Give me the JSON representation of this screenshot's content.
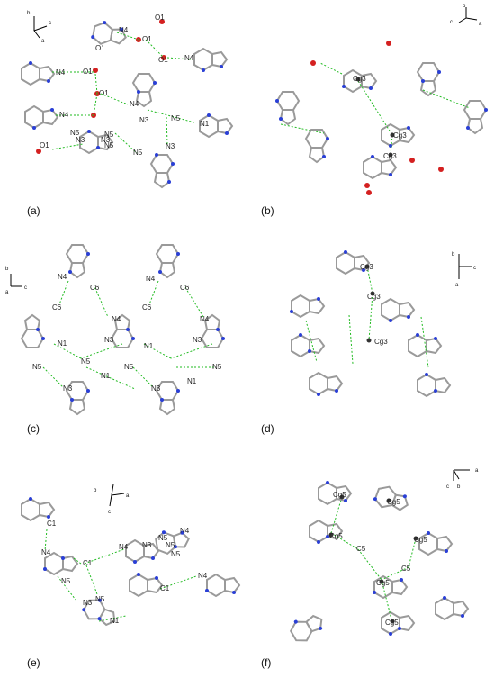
{
  "figure": {
    "colors": {
      "carbon": "#9a9a9a",
      "nitrogen": "#2a3fd6",
      "oxygen": "#d42020",
      "hbond": "#22bb22"
    },
    "panels": [
      {
        "id": "a",
        "caption": "(a)",
        "axes": {
          "up": "b",
          "right": "c",
          "diag": "a"
        },
        "labels": [
          {
            "text": "O1"
          },
          {
            "text": "N4"
          },
          {
            "text": "O1"
          },
          {
            "text": "O1"
          },
          {
            "text": "N4"
          },
          {
            "text": "O1"
          },
          {
            "text": "N4"
          },
          {
            "text": "O1"
          },
          {
            "text": "O1"
          },
          {
            "text": "N4"
          },
          {
            "text": "N3"
          },
          {
            "text": "N5"
          },
          {
            "text": "N1"
          },
          {
            "text": "N4"
          },
          {
            "text": "N5"
          },
          {
            "text": "N3"
          },
          {
            "text": "N5"
          },
          {
            "text": "N3"
          },
          {
            "text": "N5"
          },
          {
            "text": "O1"
          },
          {
            "text": "N5"
          },
          {
            "text": "N3"
          }
        ]
      },
      {
        "id": "b",
        "caption": "(b)",
        "axes": {
          "up": "b",
          "right": "a",
          "diag": "c"
        },
        "labels": [
          {
            "text": "Cg3"
          },
          {
            "text": "Cg3"
          },
          {
            "text": "Cg3"
          }
        ]
      },
      {
        "id": "c",
        "caption": "(c)",
        "axes": {
          "up": "b",
          "right": "c",
          "diag": "a"
        },
        "labels": [
          {
            "text": "N4"
          },
          {
            "text": "C6"
          },
          {
            "text": "N4"
          },
          {
            "text": "C6"
          },
          {
            "text": "C6"
          },
          {
            "text": "N4"
          },
          {
            "text": "C6"
          },
          {
            "text": "N4"
          },
          {
            "text": "N1"
          },
          {
            "text": "N3"
          },
          {
            "text": "N1"
          },
          {
            "text": "N3"
          },
          {
            "text": "N5"
          },
          {
            "text": "N5"
          },
          {
            "text": "N5"
          },
          {
            "text": "N5"
          },
          {
            "text": "N3"
          },
          {
            "text": "N1"
          },
          {
            "text": "N3"
          },
          {
            "text": "N1"
          }
        ]
      },
      {
        "id": "d",
        "caption": "(d)",
        "axes": {
          "up": "b",
          "right": "c",
          "down": "a"
        },
        "labels": [
          {
            "text": "Cg3"
          },
          {
            "text": "Cg3"
          },
          {
            "text": "Cg3"
          }
        ]
      },
      {
        "id": "e",
        "caption": "(e)",
        "axes": {
          "up": "b",
          "right": "a",
          "diag": "c"
        },
        "labels": [
          {
            "text": "C1"
          },
          {
            "text": "N4"
          },
          {
            "text": "C1"
          },
          {
            "text": "N5"
          },
          {
            "text": "N4"
          },
          {
            "text": "N3"
          },
          {
            "text": "N5"
          },
          {
            "text": "N5"
          },
          {
            "text": "C1"
          },
          {
            "text": "N4"
          },
          {
            "text": "N3"
          },
          {
            "text": "N5"
          },
          {
            "text": "N1"
          },
          {
            "text": "N4"
          },
          {
            "text": "N5"
          }
        ]
      },
      {
        "id": "f",
        "caption": "(f)",
        "axes": {
          "right": "a",
          "down1": "c",
          "down2": "b"
        },
        "labels": [
          {
            "text": "Cg5"
          },
          {
            "text": "Cg5"
          },
          {
            "text": "Cg5"
          },
          {
            "text": "C5"
          },
          {
            "text": "Cg5"
          },
          {
            "text": "C5"
          },
          {
            "text": "Cg5"
          },
          {
            "text": "Cg5"
          }
        ]
      }
    ]
  }
}
